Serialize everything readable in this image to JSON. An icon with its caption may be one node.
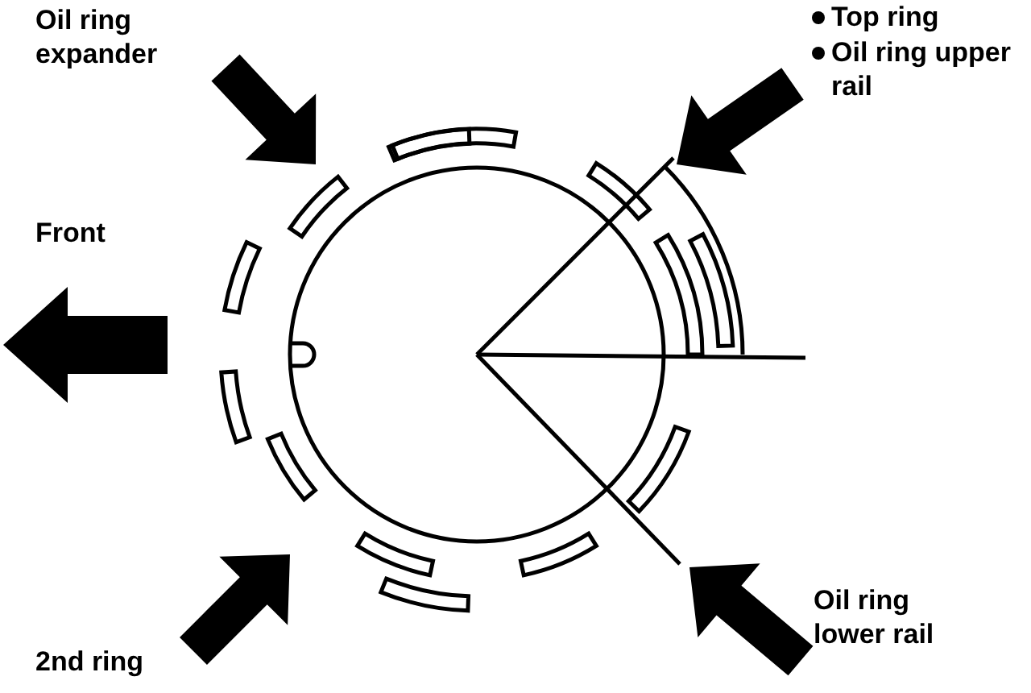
{
  "diagram": {
    "labels": [
      "Oil ring expander",
      "Top ring",
      "Oil ring upper rail",
      "Front",
      "Oil ring lower rail",
      "2nd ring"
    ]
  }
}
